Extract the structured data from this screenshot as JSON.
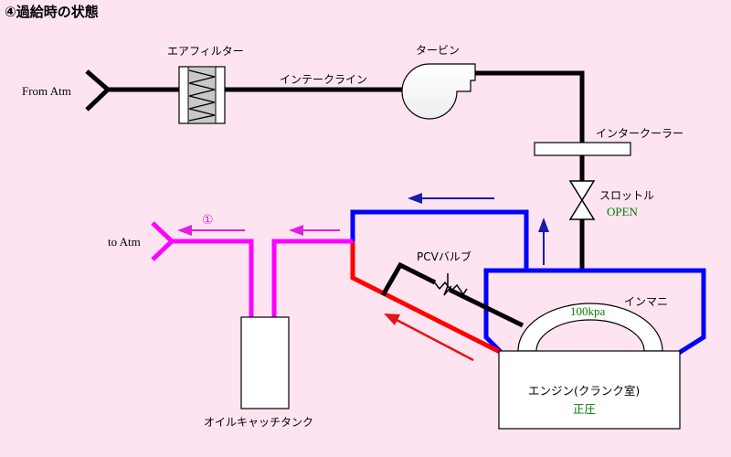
{
  "title": "④過給時の状態",
  "labels": {
    "from_atm": "From Atm",
    "air_filter": "エアフィルター",
    "intake_line": "インテークライン",
    "turbine": "タービン",
    "intercooler": "インタークーラー",
    "throttle": "スロットル",
    "throttle_state": "OPEN",
    "to_atm": "to Atm",
    "marker": "①",
    "pcv_valve": "PCVバルブ",
    "intake_manifold": "インマニ",
    "pressure": "100kpa",
    "engine": "エンジン(クランク室)",
    "engine_state": "正圧",
    "catch_tank": "オイルキャッチタンク"
  },
  "colors": {
    "background": "#fde4f0",
    "black": "#000000",
    "blue": "#0000ff",
    "red": "#ff0000",
    "magenta": "#ff00ff",
    "green": "#008000",
    "arrow_blue": "#1a1ab0",
    "arrow_red": "#e01515",
    "arrow_magenta": "#e020e0"
  }
}
